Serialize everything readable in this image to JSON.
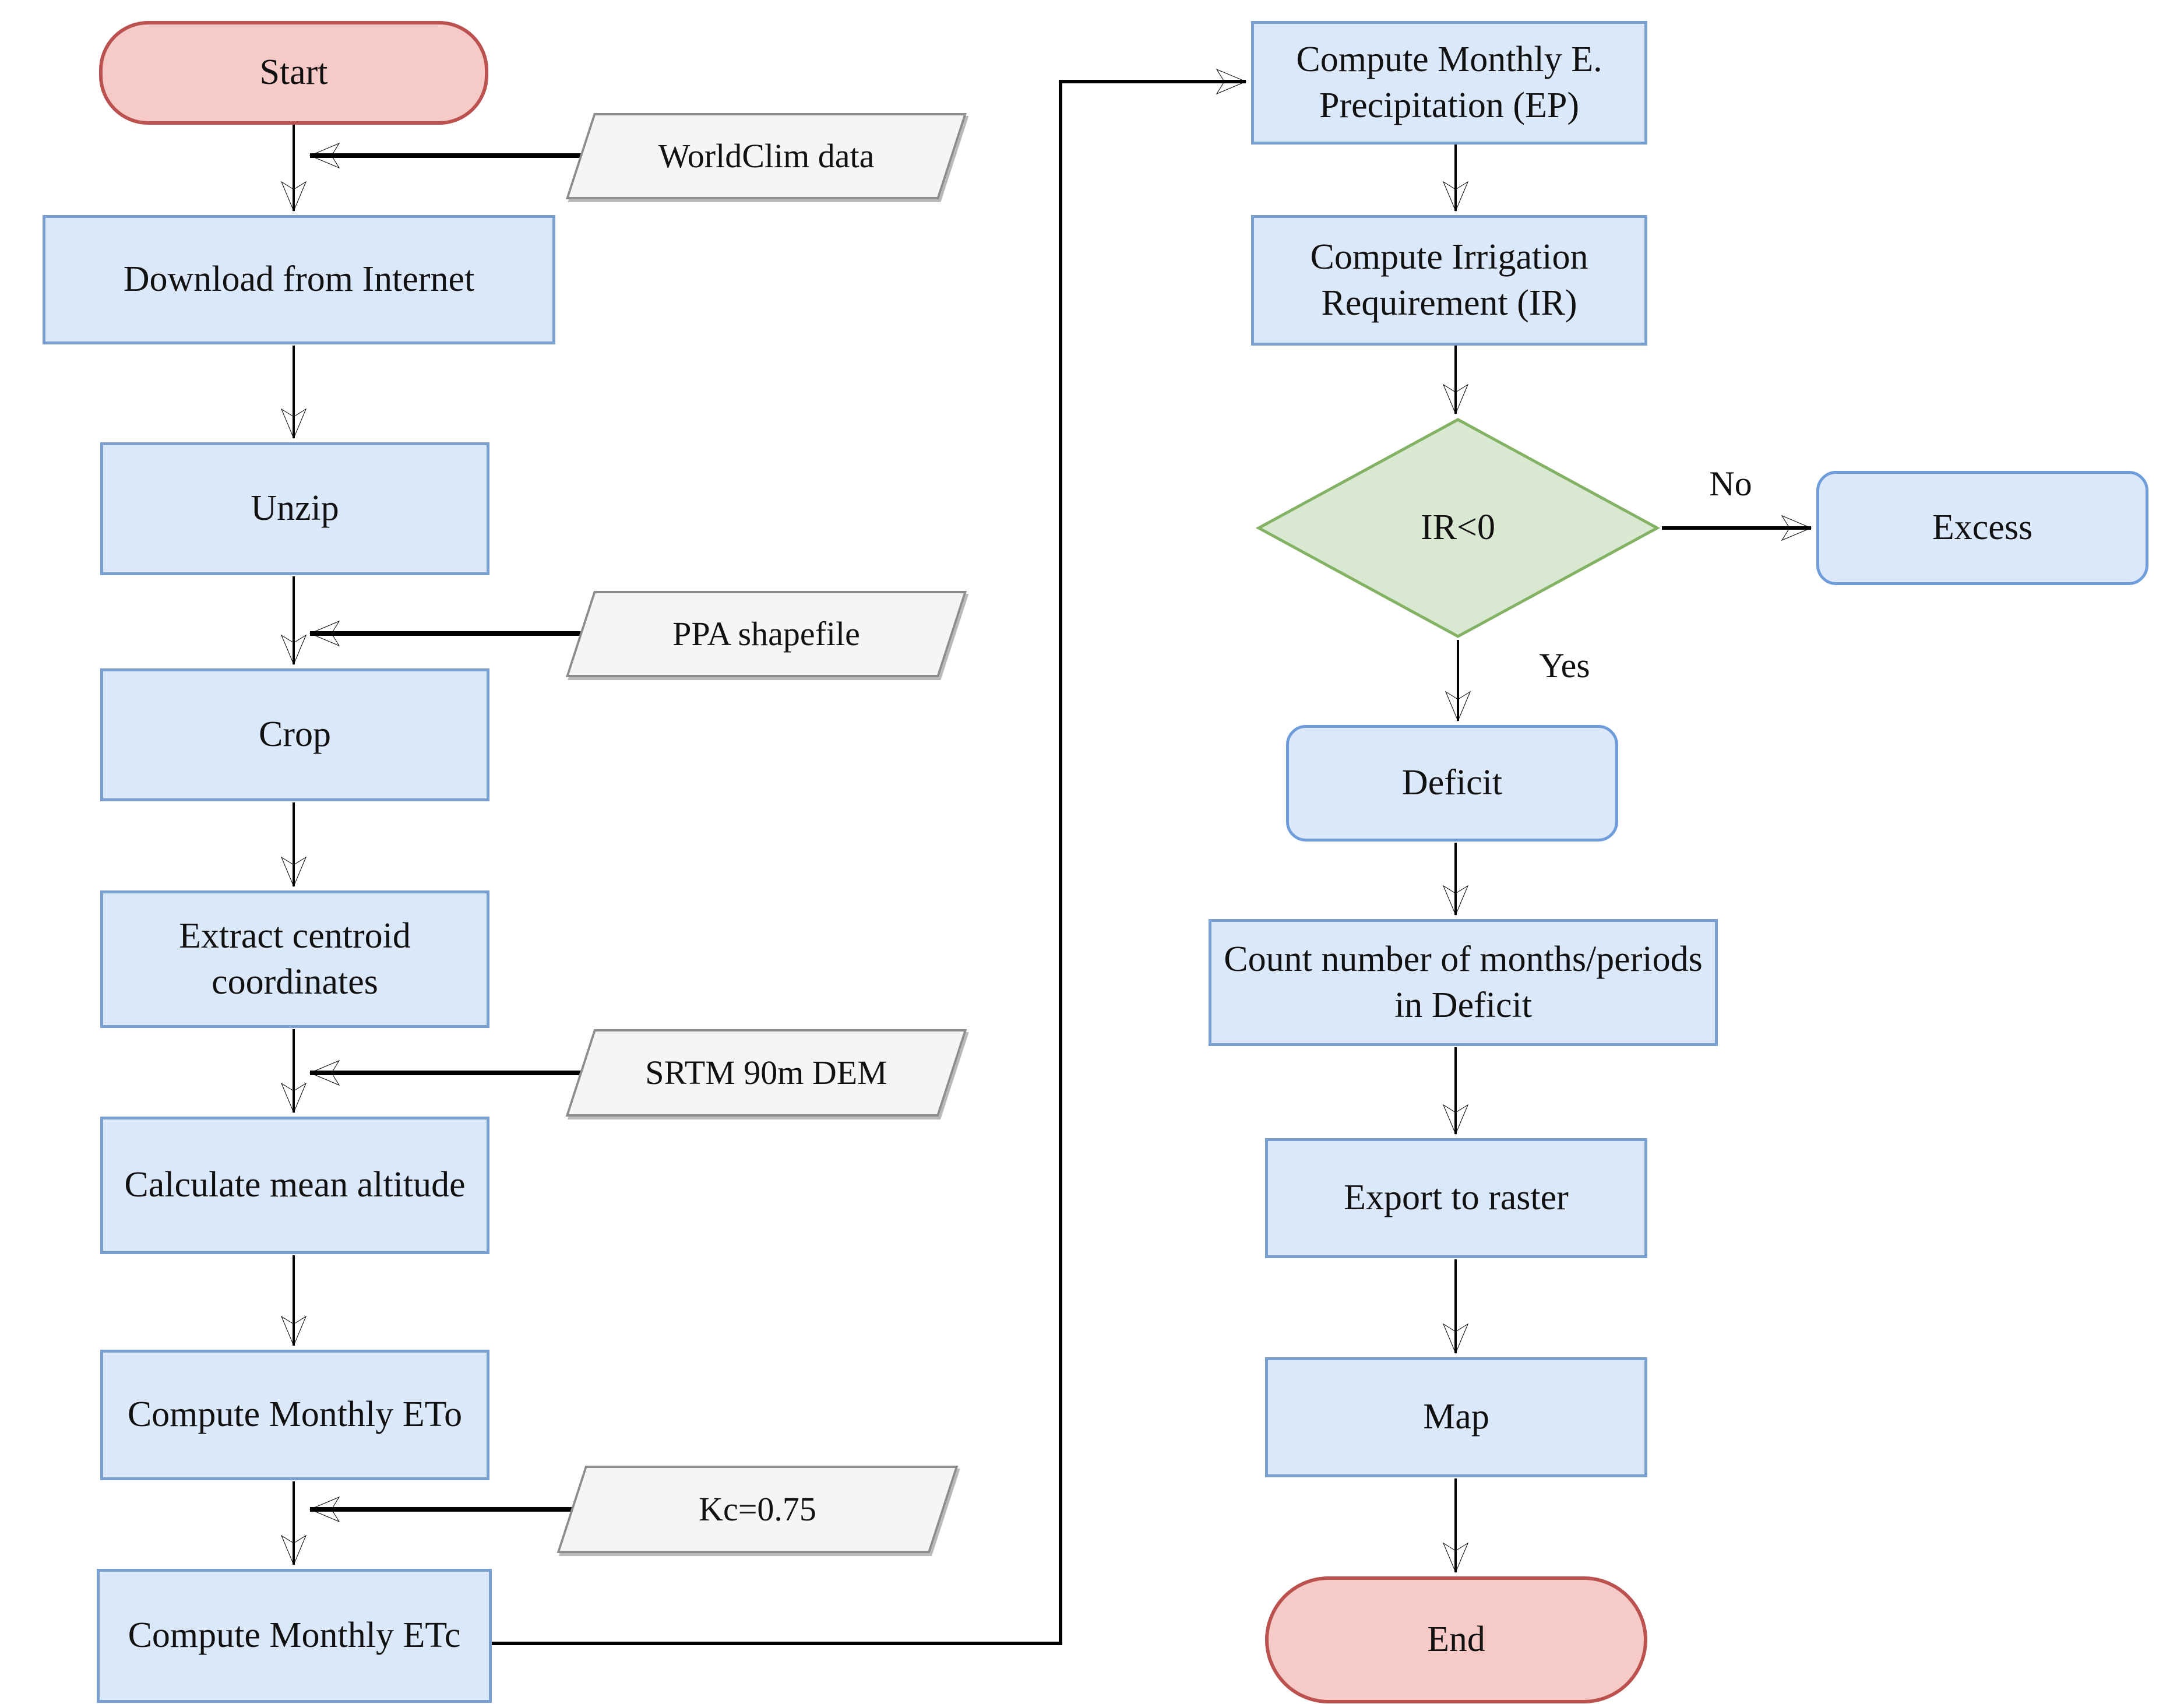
{
  "diagram": {
    "nodes": {
      "start": {
        "label": "Start",
        "type": "terminator"
      },
      "worldclim": {
        "label": "WorldClim data",
        "type": "data"
      },
      "download": {
        "label": "Download from Internet",
        "type": "process"
      },
      "unzip": {
        "label": "Unzip",
        "type": "process"
      },
      "ppa": {
        "label": "PPA shapefile",
        "type": "data"
      },
      "crop": {
        "label": "Crop",
        "type": "process"
      },
      "extract": {
        "label": "Extract centroid coordinates",
        "type": "process"
      },
      "srtm": {
        "label": "SRTM 90m DEM",
        "type": "data"
      },
      "altitude": {
        "label": "Calculate mean altitude",
        "type": "process"
      },
      "eto": {
        "label": "Compute Monthly ETo",
        "type": "process"
      },
      "kc": {
        "label": "Kc=0.75",
        "type": "data"
      },
      "etc": {
        "label": "Compute Monthly ETc",
        "type": "process"
      },
      "ep": {
        "label": "Compute Monthly E. Precipitation (EP)",
        "type": "process"
      },
      "ir": {
        "label": "Compute Irrigation Requirement (IR)",
        "type": "process"
      },
      "decision": {
        "label": "IR<0",
        "type": "decision"
      },
      "excess": {
        "label": "Excess",
        "type": "rounded"
      },
      "deficit": {
        "label": "Deficit",
        "type": "rounded"
      },
      "count": {
        "label": "Count number of months/periods in Deficit",
        "type": "process"
      },
      "export": {
        "label": "Export to raster",
        "type": "process"
      },
      "map": {
        "label": "Map",
        "type": "process"
      },
      "end": {
        "label": "End",
        "type": "terminator"
      }
    },
    "edge_labels": {
      "no": "No",
      "yes": "Yes"
    }
  },
  "colors": {
    "background": "#ffffff",
    "process-fill": "#dbe8fa",
    "process-border": "#7a9fd1",
    "rounded-border": "#6f9ddb",
    "terminator-fill": "#f5cac7",
    "terminator-border": "#bb5250",
    "decision-fill": "#d9e8d1",
    "decision-border": "#84b264",
    "data-fill": "#f5f5f5",
    "data-border": "#8c8c8c",
    "arrow": "#000000"
  }
}
